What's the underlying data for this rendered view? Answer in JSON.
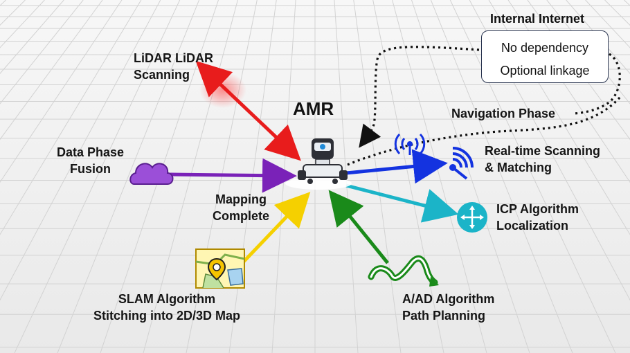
{
  "center_node": {
    "label": "AMR"
  },
  "internet": {
    "title": "Internal Internet",
    "options": [
      "No dependency",
      "Optional linkage"
    ]
  },
  "navigation_phase": {
    "label": "Navigation Phase"
  },
  "nodes": {
    "lidar": {
      "line1": "LiDAR LiDAR",
      "line2": "Scanning",
      "color": "#e81c1c"
    },
    "fusion": {
      "line1": "Data Phase",
      "line2": "Fusion",
      "color": "#7a22b8"
    },
    "mapping": {
      "line1": "Mapping",
      "line2": "Complete",
      "color": "#f5d000"
    },
    "slam": {
      "line1": "SLAM Algorithm",
      "line2": "Stitching into 2D/3D Map"
    },
    "realtime": {
      "line1": "Real-time Scanning",
      "line2": "& Matching",
      "color": "#1433e0"
    },
    "icp": {
      "line1": "ICP Algorithm",
      "line2": "Localization",
      "color": "#1bb4c8"
    },
    "astar": {
      "line1": "A/AD Algorithm",
      "line2": "Path Planning",
      "color": "#1a8a1a"
    }
  },
  "icons": [
    "robot-icon",
    "cloud-icon",
    "map-pin-icon",
    "wireless-signal-icon",
    "scan-waves-icon",
    "crosshair-arrows-icon",
    "wavy-path-icon"
  ]
}
